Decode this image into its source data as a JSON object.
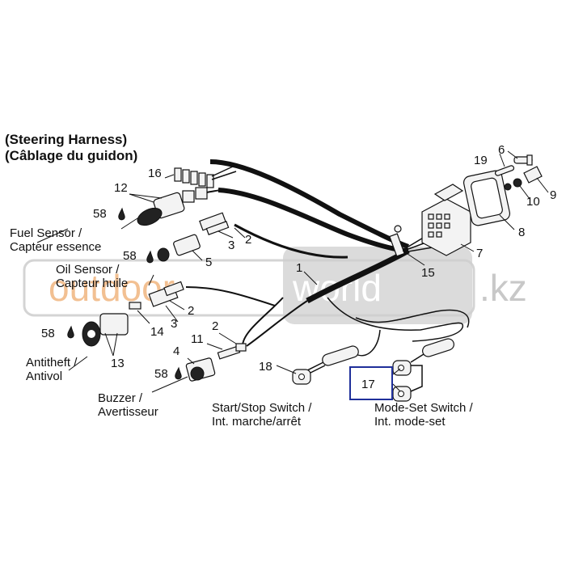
{
  "titles": {
    "line1": "(Steering Harness)",
    "line2": "(Câblage du guidon)"
  },
  "labels": {
    "fuel_sensor_1": "Fuel Sensor /",
    "fuel_sensor_2": "Capteur essence",
    "oil_sensor_1": "Oil Sensor /",
    "oil_sensor_2": "Capteur huile",
    "antitheft_1": "Antitheft /",
    "antitheft_2": "Antivol",
    "buzzer_1": "Buzzer /",
    "buzzer_2": "Avertisseur",
    "startstop_1": "Start/Stop Switch /",
    "startstop_2": "Int. marche/arrêt",
    "modeset_1": "Mode-Set Switch /",
    "modeset_2": "Int. mode-set"
  },
  "callouts": {
    "c1": "1",
    "c2a": "2",
    "c2b": "2",
    "c2c": "2",
    "c3a": "3",
    "c3b": "3",
    "c4": "4",
    "c5": "5",
    "c6": "6",
    "c7": "7",
    "c8": "8",
    "c9": "9",
    "c10": "10",
    "c11": "11",
    "c12": "12",
    "c13": "13",
    "c14": "14",
    "c15": "15",
    "c16": "16",
    "c17": "17",
    "c18": "18",
    "c19": "19",
    "c58a": "58",
    "c58b": "58",
    "c58c": "58",
    "c58d": "58"
  },
  "watermark": {
    "part1": "outdoor",
    "part2": "world",
    "part3": ".kz"
  },
  "colors": {
    "watermark_orange": "#f0b178",
    "watermark_gray": "#c8c8c8",
    "highlight_box": "#1f2f9a"
  }
}
